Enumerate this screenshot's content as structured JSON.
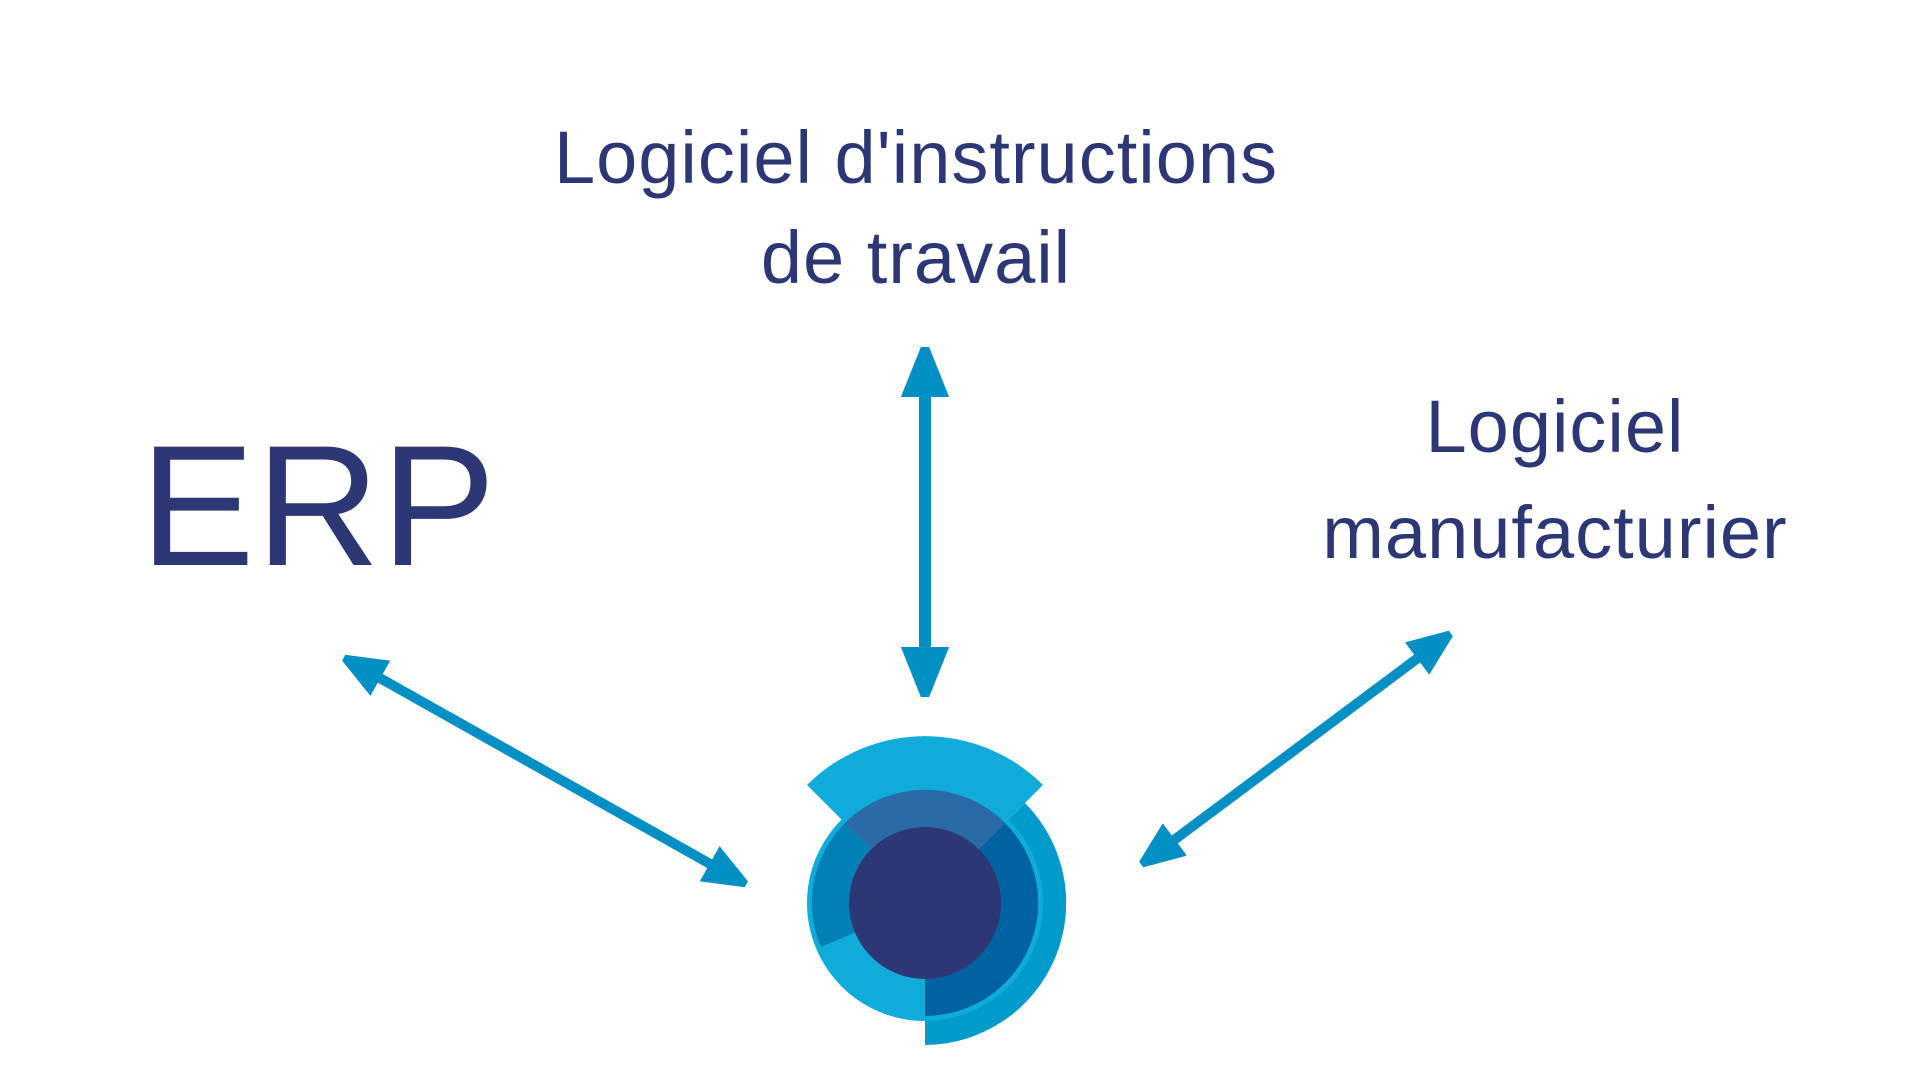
{
  "labels": {
    "top_line1": "Logiciel d'instructions",
    "top_line2": "de travail",
    "right_line1": "Logiciel",
    "right_line2": "manufacturier",
    "left": "ERP"
  },
  "colors": {
    "text": "#2e3775",
    "arrow": "#0290c4",
    "logo_light": "#10abd8",
    "logo_mid": "#0080b4",
    "logo_dark": "#0062a0",
    "logo_core": "#2e3775"
  }
}
